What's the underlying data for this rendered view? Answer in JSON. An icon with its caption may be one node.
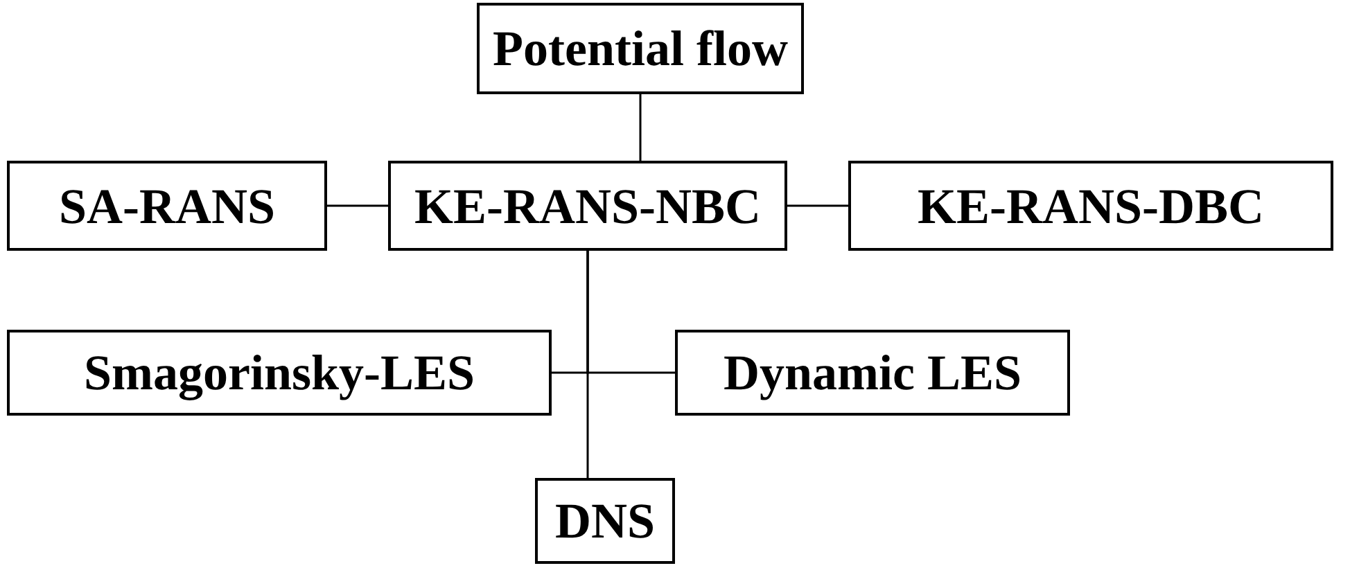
{
  "diagram": {
    "nodes": [
      {
        "text": [
          "Potential flow"
        ]
      },
      {
        "text": [
          "SA-RANS"
        ]
      },
      {
        "text": [
          "KE-RANS-NBC"
        ]
      },
      {
        "text": [
          "KE-RANS-DBC"
        ]
      },
      {
        "text": [
          "Smagorinsky-LES"
        ]
      },
      {
        "text": [
          "Dynamic LES"
        ]
      },
      {
        "text": [
          "DNS"
        ]
      }
    ],
    "edges": [
      {
        "from": 0,
        "to": 2,
        "arrow": "none"
      },
      {
        "from": 1,
        "to": 2,
        "arrow": "none"
      },
      {
        "from": 2,
        "to": 3,
        "arrow": "none"
      },
      {
        "from": 2,
        "to": 4,
        "arrow": "none"
      },
      {
        "from": 2,
        "to": 5,
        "arrow": "none"
      },
      {
        "from": 2,
        "to": 6,
        "arrow": "none"
      }
    ]
  }
}
